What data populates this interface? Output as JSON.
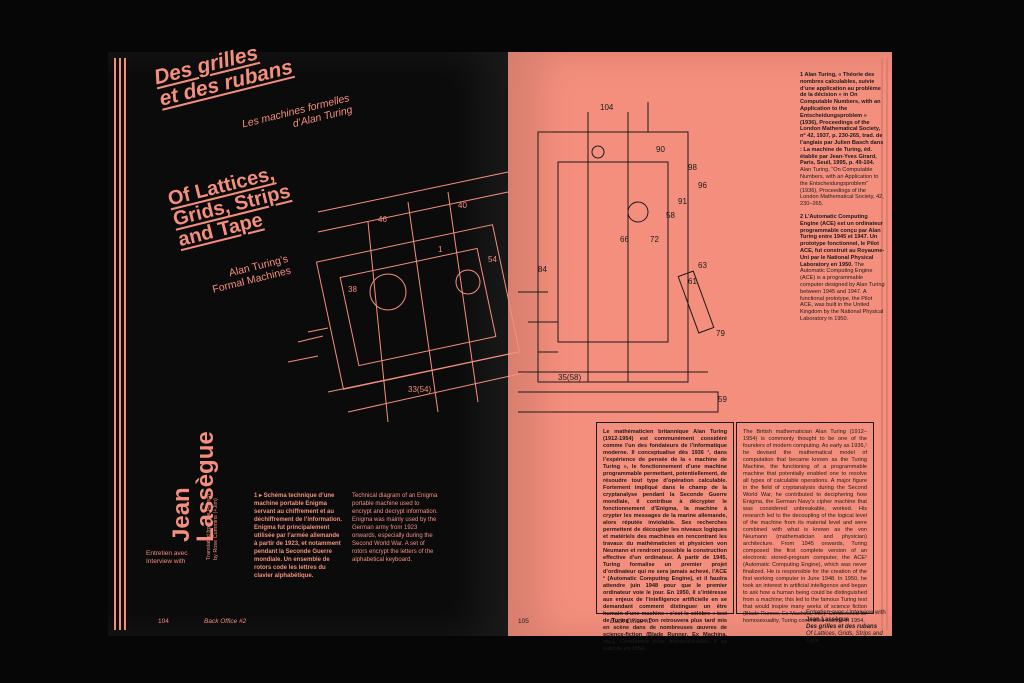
{
  "left_page": {
    "title_fr": [
      "Des grilles",
      "et des rubans"
    ],
    "subtitle_fr": [
      "Les machines formelles",
      "d’Alan Turing"
    ],
    "title_en": [
      "Of Lattices,",
      "Grids, Strips",
      "and Tape"
    ],
    "subtitle_en": [
      "Alan Turing’s",
      "Formal Machines"
    ],
    "author": "Jean\nLassègue",
    "author_note": "Translated from the French\nby Rose Cummins (+Jim)",
    "interview": "Entretien avec\nInterview with",
    "caption_fr": "1 ▸ Schéma technique d’une machine portable Enigma servant au chiffrement et au déchiffrement de l’information. Enigma fut principalement utilisée par l’armée allemande à partir de 1923, et notamment pendant la Seconde Guerre mondiale. Un ensemble de rotors code les lettres du clavier alphabétique.",
    "caption_en": "Technical diagram of an Enigma portable machine used to encrypt and decrypt information. Enigma was mainly used by the German army from 1923 onwards, especially during the Second World War. A set of rotors encrypt the letters of the alphabetical keyboard.",
    "folio_number": "104",
    "folio_title": "Back Office #2"
  },
  "right_page": {
    "notes": [
      {
        "strong": "1 Alan Turing, « Théorie des nombres calculables, suivie d’une application au problème de la décision » in On Computable Numbers, with an Application to the Entscheidungsproblem » (1936), Proceedings of the London Mathematical Society, n° 42, 1937, p. 230-265, trad. de l’anglais par Julien Basch dans : La machine de Turing, éd. établie par Jean-Yves Girard, Paris, Seuil, 1995, p. 49-104.",
        "normal": "Alan Turing, “On Computable Numbers, with an Application to the Entscheidungsproblem” (1936), Proceedings of the London Mathematical Society, 42, 230–265."
      },
      {
        "strong": "2 L’Automatic Computing Engine (ACE) est un ordinateur programmable conçu par Alan Turing entre 1945 et 1947. Un prototype fonctionnel, le Pilot ACE, fut construit au Royaume-Uni par le National Physical Laboratory en 1950.",
        "normal": "The Automatic Computing Engine (ACE) is a programmable computer designed by Alan Turing between 1945 and 1947. A functional prototype, the Pilot ACE, was built in the United Kingdom by the National Physical Laboratory in 1950."
      }
    ],
    "box_fr": "Le mathématicien britannique Alan Turing (1912-1954) est communément considéré comme l’un des fondateurs de l’informatique moderne. Il conceptualise dès 1936 ¹, dans l’expérience de pensée de la « machine de Turing », le fonctionnement d’une machine programmable permettant, potentiellement, de résoudre tout type d’opération calculable. Fortement impliqué dans le champ de la cryptanalyse pendant la Seconde Guerre mondiale, il contribue à décrypter le fonctionnement d’Enigma, la machine à crypter les messages de la marine allemande, alors réputée inviolable. Ses recherches permettent de découpler les niveaux logiques et matériels des machines en rencontrant les travaux du mathématicien et physicien von Neumann et rendront possible la construction effective d’un ordinateur. À partir de 1945, Turing formalise un premier projet d’ordinateur qui ne sera jamais achevé, l’ACE ² (Automatic Computing Engine), et il faudra attendre juin 1948 pour que le premier ordinateur voie le jour. En 1950, il s’intéresse aux enjeux de l’intelligence artificielle en se demandant comment distinguer un être humain d’une machine : c’est le célèbre « test de Turing » que l’on retrouvera plus tard mis en scène dans de nombreuses œuvres de science-fiction (Blade Runner, Ex Machina, etc.). Condamné pour homosexualité, il se suicide en 1954.",
    "box_en": "The British mathematician Alan Turing (1912–1954) is commonly thought to be one of the founders of modern computing. As early as 1936,¹ he devised the mathematical model of computation that became known as the Turing Machine, the functioning of a programmable machine that potentially enabled one to resolve all types of calculable operations. A major figure in the field of cryptanalysis during the Second World War, he contributed to deciphering how Enigma, the German Navy’s cipher machine that was considered unbreakable, worked. His research led to the decoupling of the logical level of the machine from its material level and were combined with what is known as the von Neumann (mathematician and physician) architecture. From 1945 onwards, Turing composed the first complete version of an electronic stored-program computer, the ACE² (Automatic Computing Engine), which was never finalized. He is responsible for the creation of the first working computer in June 1948. In 1950, he took an interest in artificial intelligence and began to ask how a human being could be distinguished from a machine; this led to the famous Turing test that would inspire many works of science fiction (Blade Runner, Ex Machina, etc.). Condemned for homosexuality, Turing committed suicide in 1954.",
    "foot_interview": "Entretien avec / Interview with",
    "foot_author": "Jean Lassègue",
    "foot_title_fr": "Des grilles et des rubans",
    "foot_title_en": "Of Lattices, Grids, Strips and Tape",
    "folio_number": "105",
    "folio_title": "Back Office #2"
  },
  "diagram_numbers": [
    "104",
    "90",
    "98",
    "96",
    "91",
    "58",
    "66",
    "72",
    "63",
    "61",
    "59",
    "79",
    "35(58)",
    "33(54)",
    "46",
    "40",
    "38",
    "54",
    "84",
    "1"
  ],
  "colors": {
    "salmon": "#f58f7d",
    "page_black": "#0b0b0b",
    "ink": "#1a1a1a",
    "background": "#060606"
  }
}
